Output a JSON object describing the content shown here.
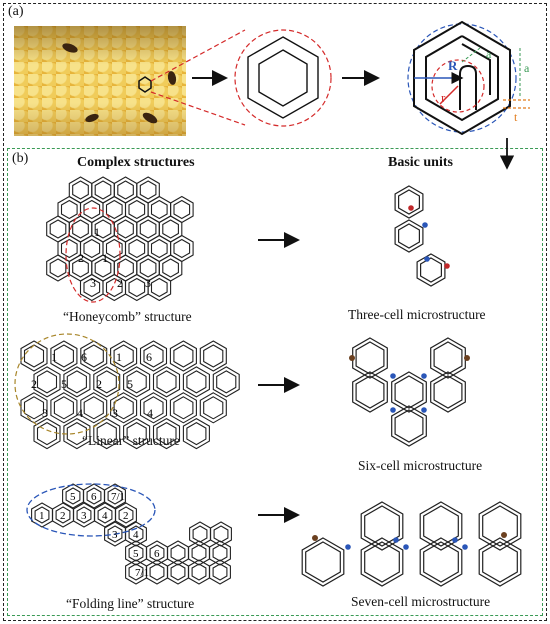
{
  "panel_a": {
    "label": "(a)",
    "dim_R": "R",
    "dim_r": "r",
    "dim_a1": "a",
    "dim_a2": "a",
    "dim_t": "t"
  },
  "panel_b": {
    "label": "(b)",
    "col_left_header": "Complex structures",
    "col_right_header": "Basic units",
    "rows": [
      {
        "structure_caption": "“Honeycomb” structure",
        "unit_caption": "Three-cell microstructure",
        "cell_numbers": [
          "1",
          "2",
          "1",
          "3",
          "2",
          "3"
        ]
      },
      {
        "structure_caption": "“Linear” structure",
        "unit_caption": "Six-cell microstructure",
        "cell_numbers": [
          "1",
          "6",
          "1",
          "6",
          "2",
          "5",
          "2",
          "5",
          "3",
          "4",
          "3",
          "4"
        ]
      },
      {
        "structure_caption": "“Folding line” structure",
        "unit_caption": "Seven-cell microstructure",
        "cell_numbers": [
          "1",
          "2",
          "3",
          "4",
          "5",
          "6",
          "7/1",
          "2",
          "3",
          "4",
          "5",
          "6",
          "7/1"
        ]
      }
    ]
  },
  "colors": {
    "red_dash": "#d42a2a",
    "blue_dash": "#2a56b8",
    "green_dash": "#3a9a55",
    "gold_dash": "#a8862a",
    "dot_red": "#c0282a",
    "dot_blue": "#2a56b8",
    "dot_brown": "#6b4020"
  }
}
